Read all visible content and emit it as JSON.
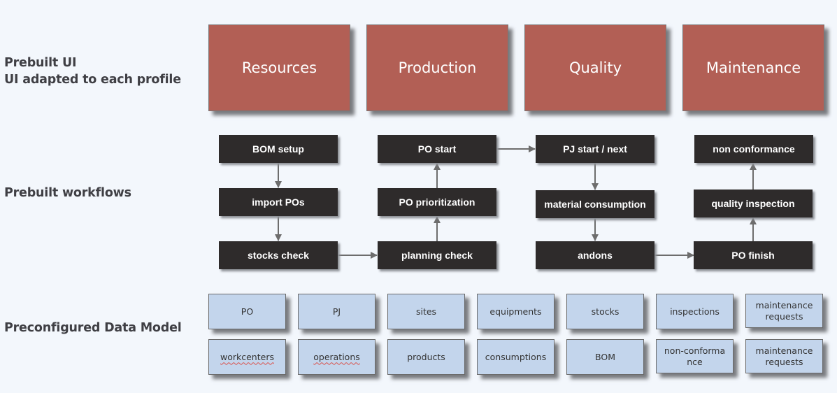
{
  "row_labels": {
    "ui_line1": "Prebuilt UI",
    "ui_line2": "UI adapted to each profile",
    "workflows": "Prebuilt workflows",
    "data_model": "Preconfigured Data Model"
  },
  "profiles": [
    "Resources",
    "Production",
    "Quality",
    "Maintenance"
  ],
  "workflows": {
    "bom_setup": "BOM setup",
    "import_pos": "import POs",
    "stocks_check": "stocks check",
    "po_start": "PO start",
    "po_prioritization": "PO prioritization",
    "planning_check": "planning check",
    "pj_start_next": "PJ start / next",
    "material_consumption": "material consumption",
    "andons": "andons",
    "non_conformance": "non conformance",
    "quality_inspection": "quality inspection",
    "po_finish": "PO finish"
  },
  "workflow_edges": [
    [
      "bom_setup",
      "import_pos"
    ],
    [
      "import_pos",
      "stocks_check"
    ],
    [
      "stocks_check",
      "planning_check"
    ],
    [
      "planning_check",
      "po_prioritization"
    ],
    [
      "po_prioritization",
      "po_start"
    ],
    [
      "po_start",
      "pj_start_next"
    ],
    [
      "pj_start_next",
      "material_consumption"
    ],
    [
      "material_consumption",
      "andons"
    ],
    [
      "andons",
      "po_finish"
    ],
    [
      "po_finish",
      "quality_inspection"
    ],
    [
      "quality_inspection",
      "non_conformance"
    ]
  ],
  "data_model": {
    "row1": [
      "PO",
      "PJ",
      "sites",
      "equipments",
      "stocks",
      "inspections",
      "maintenance requests"
    ],
    "row2": [
      "workcenters",
      "operations",
      "products",
      "consumptions",
      "BOM",
      "non-conforma nce",
      "maintenance requests"
    ],
    "spellcheck_flagged": [
      "workcenters",
      "operations"
    ]
  },
  "colors": {
    "background": "#f3f7fc",
    "profile_fill": "#b25f55",
    "workflow_fill": "#2e2b2b",
    "data_model_fill": "#c3d5ec",
    "arrow": "#6d6d6d"
  }
}
